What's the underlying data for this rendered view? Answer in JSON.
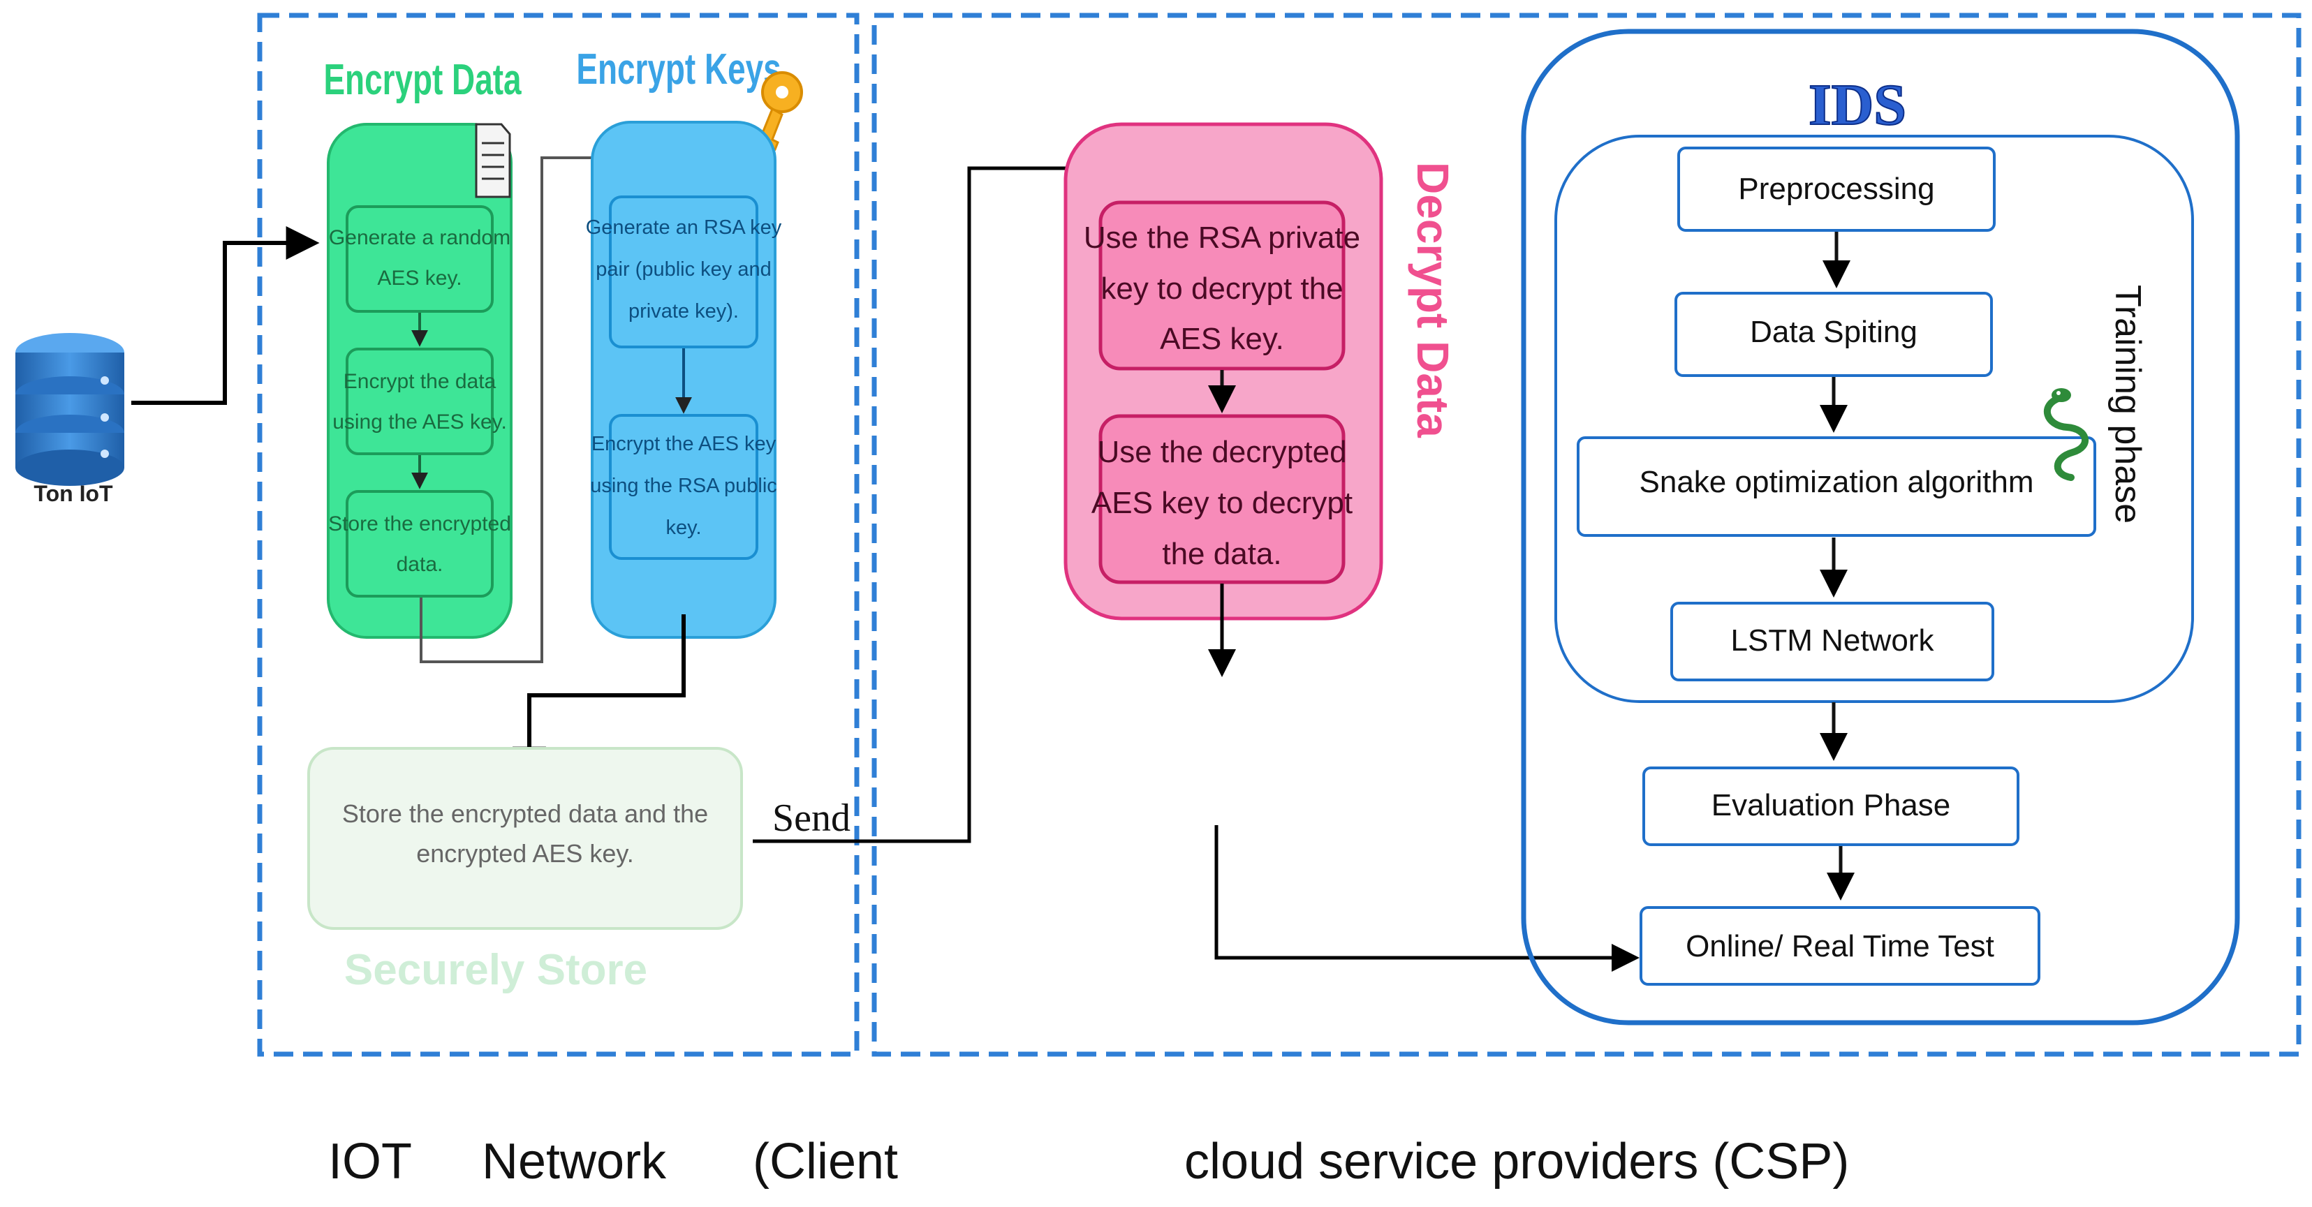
{
  "source": {
    "label": "Ton IoT",
    "icon": "database-icon"
  },
  "encrypt_data": {
    "title": "Encrypt Data",
    "steps": [
      [
        "Generate a random",
        "AES key."
      ],
      [
        "Encrypt the data",
        "using the AES key."
      ],
      [
        "Store the encrypted",
        "data."
      ]
    ]
  },
  "encrypt_keys": {
    "title": "Encrypt Keys",
    "steps": [
      [
        "Generate an RSA key",
        "pair (public key and",
        "private key)."
      ],
      [
        "Encrypt the AES key",
        "using the RSA public",
        "key."
      ]
    ]
  },
  "secure_store": {
    "title": "Securely Store",
    "text": [
      "Store the encrypted data and the",
      "encrypted AES key."
    ]
  },
  "send_label": "Send",
  "decrypt": {
    "title": "Decrypt Data",
    "steps": [
      [
        "Use the RSA private",
        "key to decrypt the",
        "AES key."
      ],
      [
        "Use the decrypted",
        "AES key to decrypt",
        "the data."
      ]
    ]
  },
  "ids": {
    "title": "IDS",
    "training_label": "Training phase",
    "steps": {
      "preprocessing": "Preprocessing",
      "splitting": "Data Spiting",
      "snake": "Snake optimization algorithm",
      "lstm": "LSTM Network",
      "evaluation": "Evaluation Phase",
      "online": "Online/ Real Time Test"
    }
  },
  "captions": {
    "iot": [
      "IOT",
      "Network",
      "(Client"
    ],
    "csp": "cloud service providers (CSP)"
  },
  "colors": {
    "dash_border": "#2f7fd6",
    "green": "#3ee597",
    "green_dark": "#1faa62",
    "blue": "#5cc4f5",
    "blue_dark": "#1a8fd1",
    "pink": "#f7a6c9",
    "pink_dark": "#e0327f",
    "ids_border": "#1f6fc9",
    "store_bg": "#eef7ee"
  }
}
